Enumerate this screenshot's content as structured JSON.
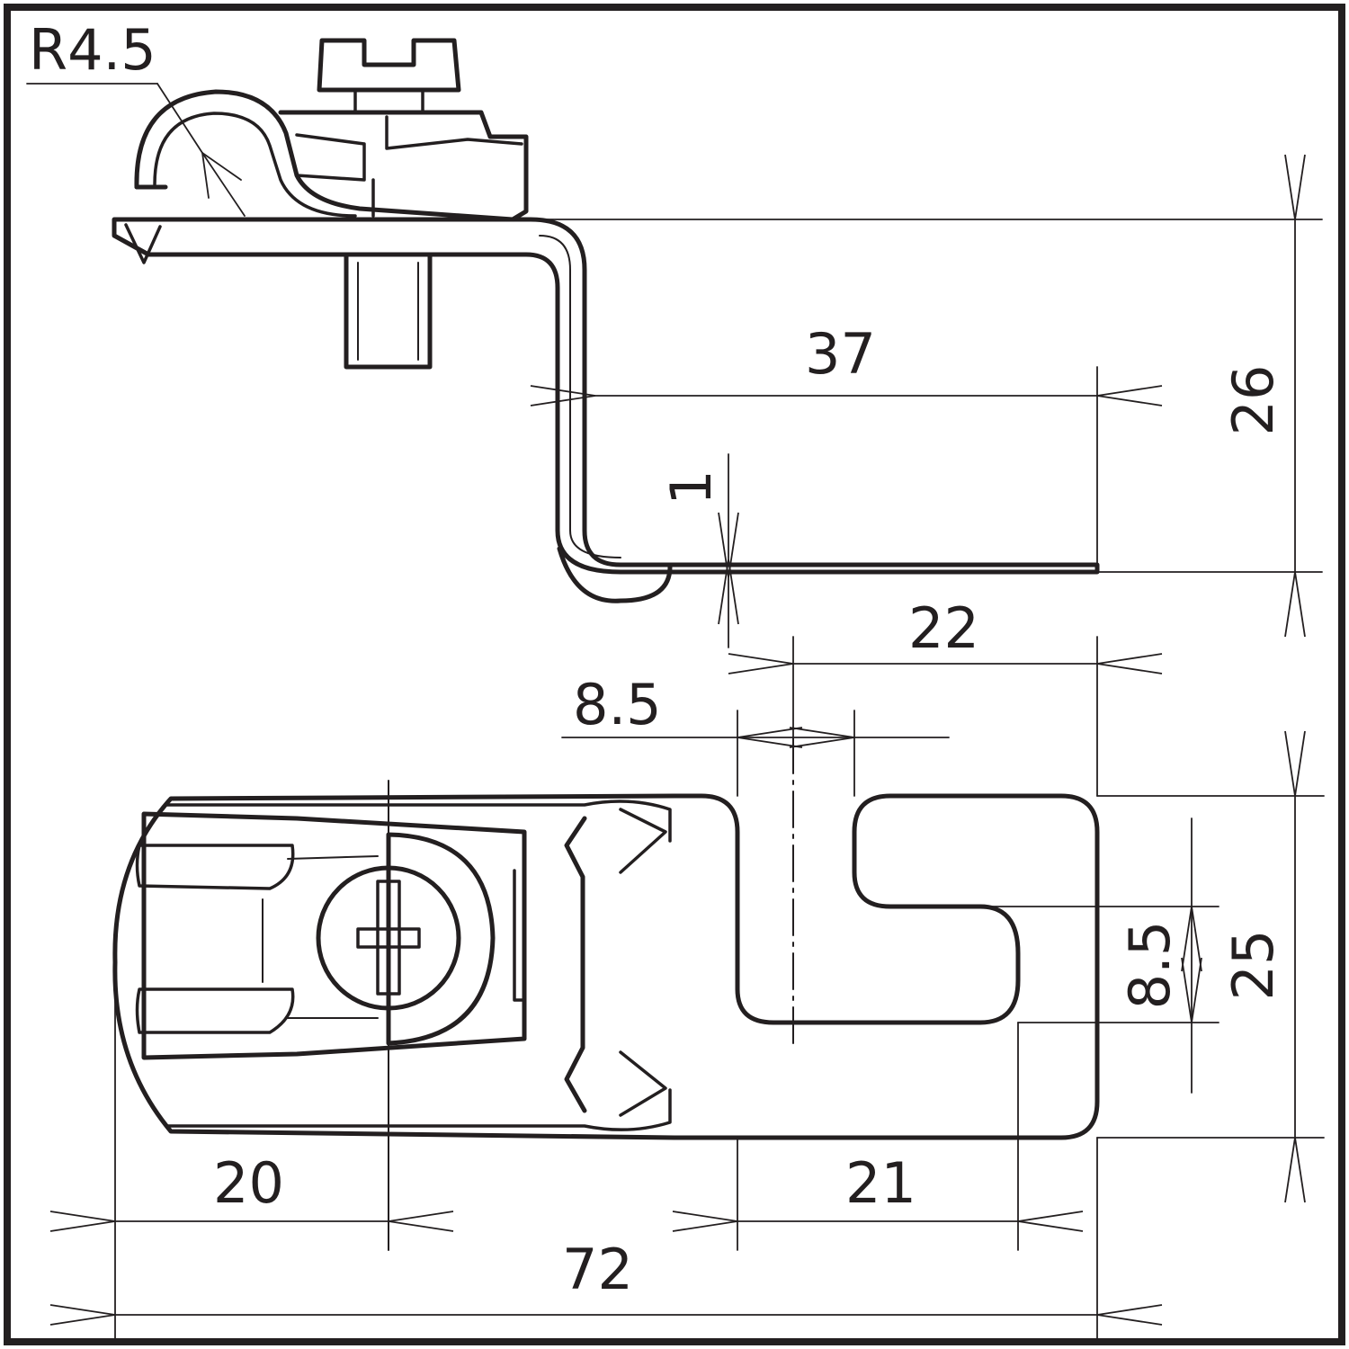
{
  "drawing": {
    "border_color": "#231f20",
    "line_color": "#231f20",
    "background": "#ffffff"
  },
  "dimensions": {
    "radius": "R4.5",
    "width_upper": "37",
    "thickness": "1",
    "height_side": "26",
    "slot_offset": "22",
    "slot_gap": "8.5",
    "slot_width": "8.5",
    "width_total": "25",
    "screw_offset": "20",
    "slot_depth": "21",
    "length_total": "72"
  }
}
